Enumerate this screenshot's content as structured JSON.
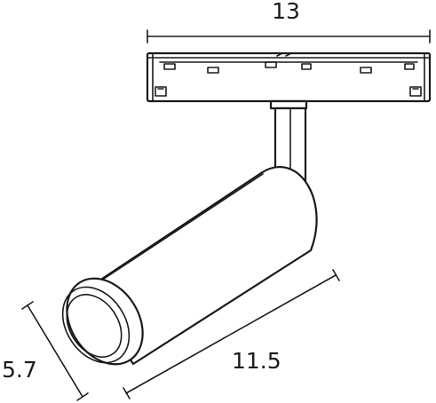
{
  "dimensions": {
    "top_width": "13",
    "left_height": "5.7",
    "body_length": "11.5"
  }
}
